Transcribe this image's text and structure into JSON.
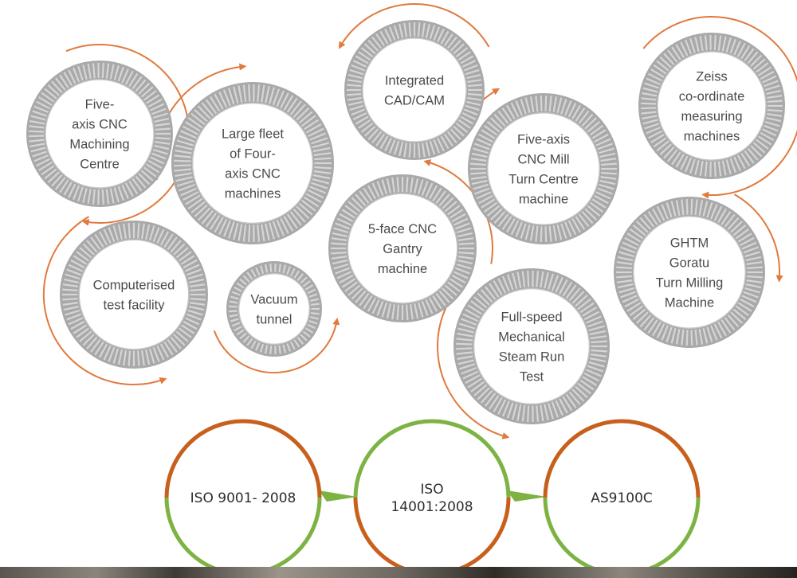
{
  "capabilities": [
    {
      "id": "five-axis-cnc-machining-centre",
      "lines": [
        "Five-",
        "axis CNC",
        "Machining",
        "Centre"
      ]
    },
    {
      "id": "large-fleet-four-axis",
      "lines": [
        "Large fleet",
        "of Four-",
        "axis CNC",
        "machines"
      ]
    },
    {
      "id": "integrated-cad-cam",
      "lines": [
        "Integrated",
        "CAD/CAM"
      ]
    },
    {
      "id": "five-axis-mill-turn",
      "lines": [
        "Five-axis",
        "CNC Mill",
        "Turn Centre",
        "machine"
      ]
    },
    {
      "id": "zeiss-cmm",
      "lines": [
        "Zeiss",
        "co-ordinate",
        "measuring",
        "machines"
      ]
    },
    {
      "id": "computerised-test-facility",
      "lines": [
        "Computerised",
        "test facility"
      ]
    },
    {
      "id": "vacuum-tunnel",
      "lines": [
        "Vacuum",
        "tunnel"
      ]
    },
    {
      "id": "five-face-cnc-gantry",
      "lines": [
        "5-face CNC",
        "Gantry",
        "machine"
      ]
    },
    {
      "id": "ghtm-goratu",
      "lines": [
        "GHTM",
        "Goratu",
        "Turn Milling",
        "Machine"
      ]
    },
    {
      "id": "full-speed-steam-run-test",
      "lines": [
        "Full-speed",
        "Mechanical",
        "Steam Run",
        "Test"
      ]
    }
  ],
  "certifications": [
    {
      "id": "iso-9001",
      "lines": [
        "ISO 9001- 2008"
      ]
    },
    {
      "id": "iso-14001",
      "lines": [
        "ISO",
        "14001:2008"
      ]
    },
    {
      "id": "as9100c",
      "lines": [
        "AS9100C"
      ]
    }
  ],
  "colors": {
    "ring_gray": "#a9a9a9",
    "ring_light": "#d6d6d6",
    "arrow_orange": "#e07a3f",
    "cert_orange": "#c8601d",
    "cert_green": "#7cb342"
  }
}
